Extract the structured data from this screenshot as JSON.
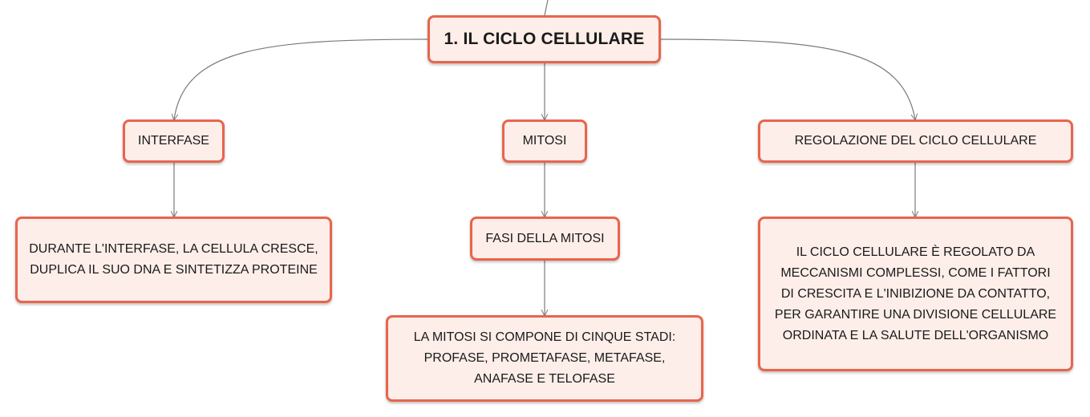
{
  "diagram": {
    "root": "1. IL CICLO CELLULARE",
    "branches": [
      {
        "label": "INTERFASE",
        "detail": "DURANTE L'INTERFASE, LA CELLULA CRESCE, DUPLICA IL SUO DNA E SINTETIZZA PROTEINE"
      },
      {
        "label": "MITOSI",
        "sub": "FASI DELLA MITOSI",
        "detail": "LA MITOSI SI COMPONE DI CINQUE STADI: PROFASE, PROMETAFASE, METAFASE, ANAFASE E TELOFASE"
      },
      {
        "label": "REGOLAZIONE DEL CICLO CELLULARE",
        "detail": "IL CICLO CELLULARE È REGOLATO DA MECCANISMI COMPLESSI, COME I FATTORI DI CRESCITA E L'INIBIZIONE DA CONTATTO, PER GARANTIRE UNA DIVISIONE CELLULARE ORDINATA E LA SALUTE DELL'ORGANISMO"
      }
    ]
  },
  "colors": {
    "node_border": "#e8654d",
    "node_fill": "#fdeee9",
    "connector": "#7a7a7a",
    "text": "#1a1a1a"
  }
}
